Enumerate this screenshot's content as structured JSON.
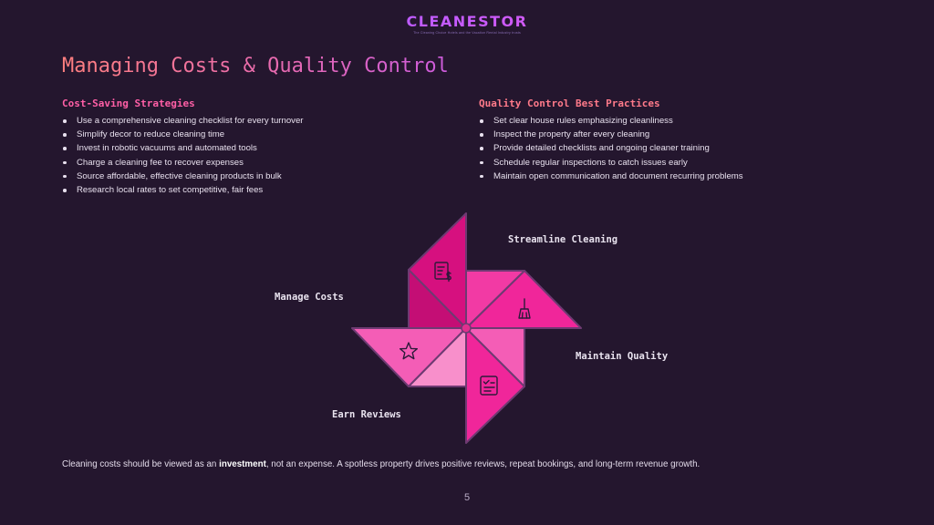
{
  "brand": {
    "logo_text": "CLEANESTOR",
    "tagline": "The Cleaning Choice Hotels and the Vacation Rental Industry trusts"
  },
  "title": "Managing Costs & Quality Control",
  "cost_saving": {
    "heading": "Cost-Saving Strategies",
    "items": [
      "Use a comprehensive cleaning checklist for every turnover",
      "Simplify decor to reduce cleaning time",
      "Invest in robotic vacuums and automated tools",
      "Charge a cleaning fee to recover expenses",
      "Source affordable, effective cleaning products in bulk",
      "Research local rates to set competitive, fair fees"
    ]
  },
  "quality_control": {
    "heading": "Quality Control Best Practices",
    "items": [
      "Set clear house rules emphasizing cleanliness",
      "Inspect the property after every cleaning",
      "Provide detailed checklists and ongoing cleaner training",
      "Schedule regular inspections to catch issues early",
      "Maintain open communication and document recurring problems"
    ]
  },
  "pinwheel": {
    "labels": {
      "streamline": "Streamline Cleaning",
      "manage_costs": "Manage Costs",
      "maintain_quality": "Maintain Quality",
      "earn_reviews": "Earn Reviews"
    },
    "icons": {
      "top": "receipt-dollar-icon",
      "right": "broom-icon",
      "left": "star-icon",
      "bottom": "checklist-icon"
    },
    "colors": {
      "dark": "#d6107f",
      "medium": "#f0269a",
      "light": "#f45db6",
      "lightest": "#f88fcb",
      "outline": "#6e3a72"
    }
  },
  "footer": {
    "before": "Cleaning costs should be viewed as an ",
    "bold": "investment",
    "after": ", not an expense. A spotless property drives positive reviews, repeat bookings, and long-term revenue growth."
  },
  "page_number": "5"
}
